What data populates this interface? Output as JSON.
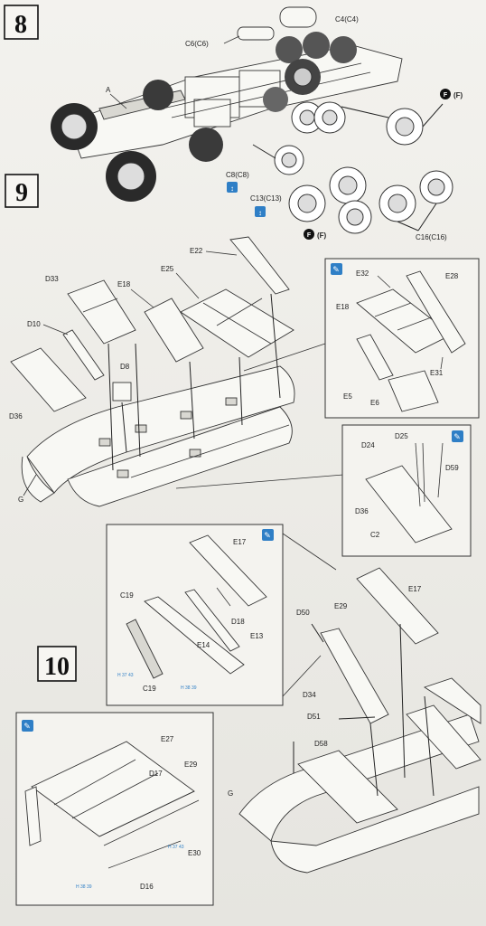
{
  "steps": {
    "s8": "8",
    "s9": "9",
    "s10": "10"
  },
  "step8": {
    "c4": "C4(C4)",
    "c6": "C6(C6)",
    "a": "A",
    "c8": "C8(C8)",
    "c13": "C13(C13)",
    "c16": "C16(C16)",
    "f_mark": "F",
    "f_paren": "(F)"
  },
  "step9": {
    "e22": "E22",
    "d33": "D33",
    "e25": "E25",
    "e18": "E18",
    "d10": "D10",
    "d8": "D8",
    "d36": "D36",
    "g": "G",
    "detail1": {
      "e32": "E32",
      "e28": "E28",
      "e18": "E18",
      "e31": "E31",
      "e5": "E5",
      "e6": "E6"
    },
    "detail2": {
      "d24": "D24",
      "d25": "D25",
      "d59": "D59",
      "d36": "D36",
      "c2": "C2"
    }
  },
  "step10": {
    "detail3": {
      "e17": "E17",
      "c19a": "C19",
      "d18": "D18",
      "e13": "E13",
      "e14": "E14",
      "c19b": "C19",
      "ref1": "H 37 43",
      "ref2": "H 38 39"
    },
    "e17": "E17",
    "d50": "D50",
    "e29": "E29",
    "d34": "D34",
    "d51": "D51",
    "d58": "D58",
    "g": "G",
    "detail4": {
      "e27": "E27",
      "d17": "D17",
      "e29": "E29",
      "e30": "E30",
      "d16": "D16",
      "ref1": "H 37 43",
      "ref2": "H 38 39"
    }
  }
}
